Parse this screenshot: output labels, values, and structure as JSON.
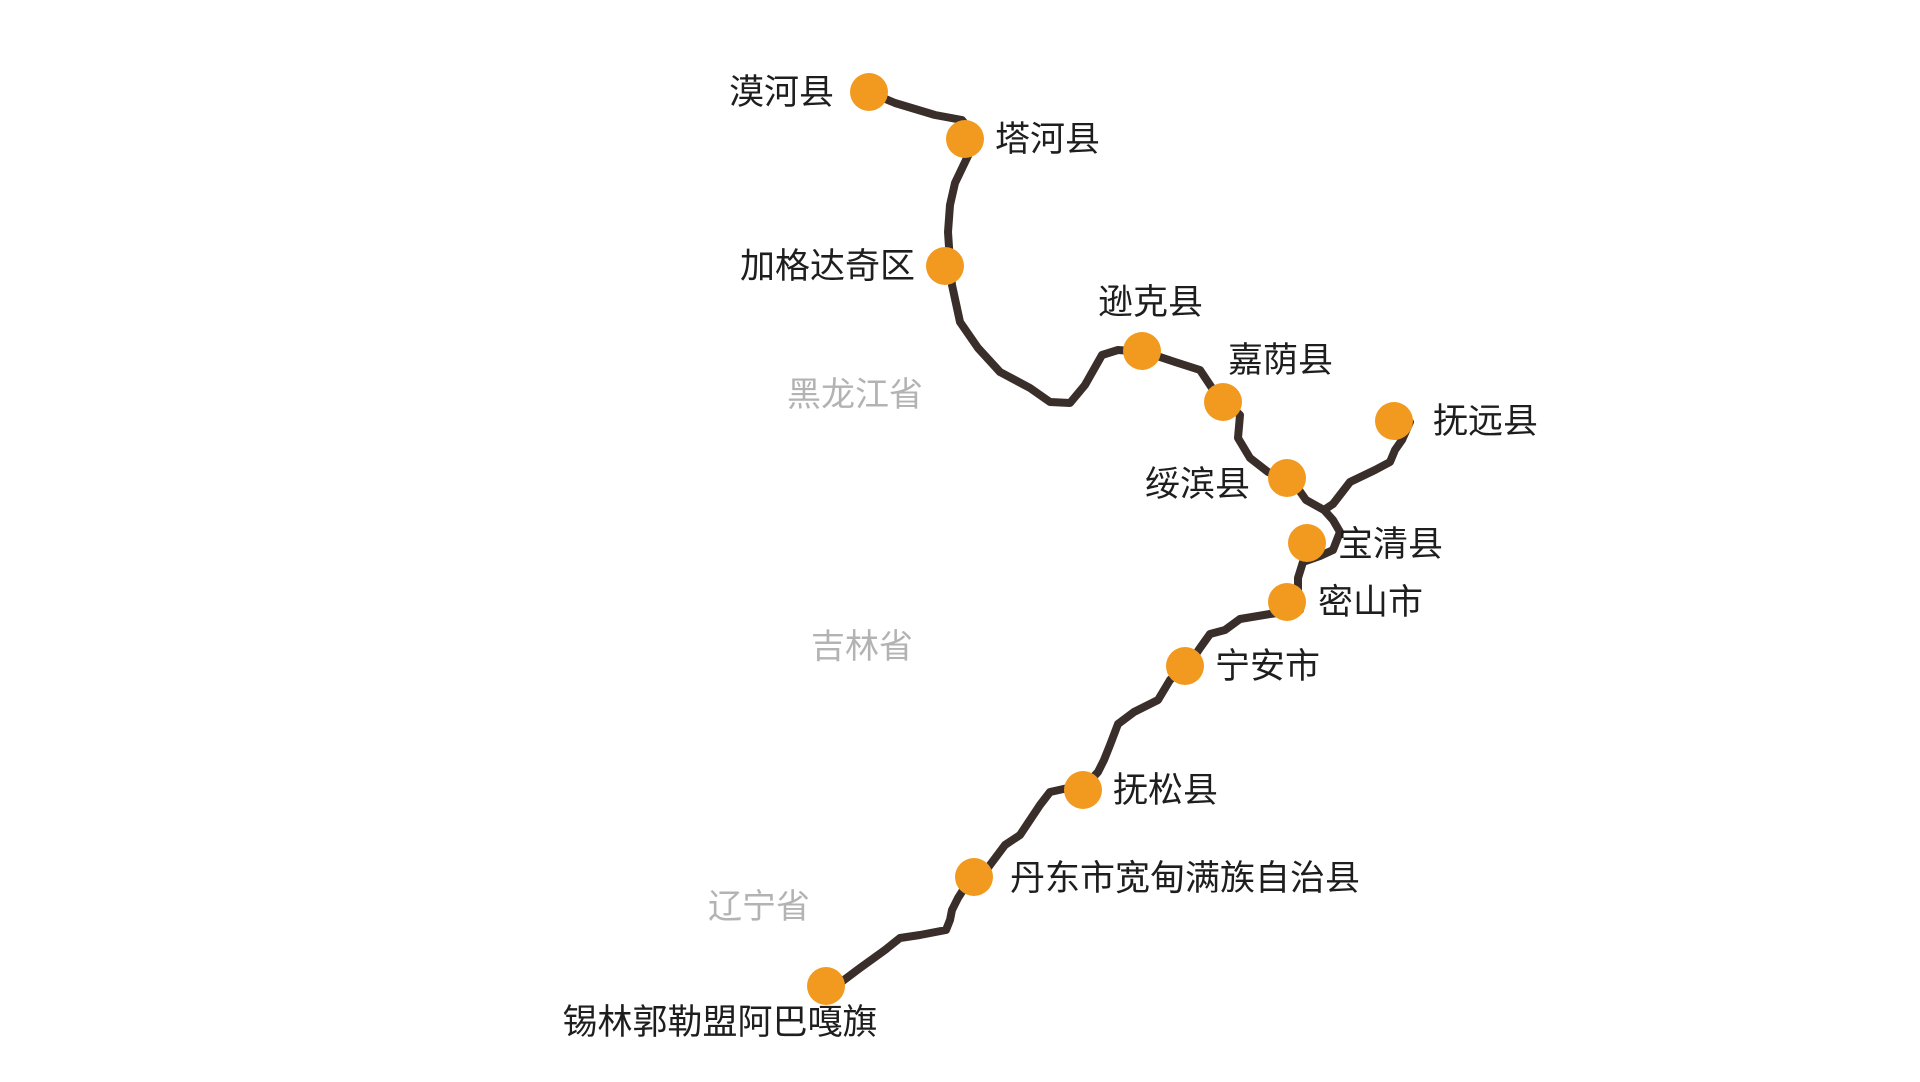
{
  "colors": {
    "route": "#3a2e2a",
    "marker": "#f29a1f",
    "label": "#1e1e1e",
    "province": "#b3b3b3",
    "background": "#ffffff"
  },
  "provinces": [
    {
      "name": "黑龙江省"
    },
    {
      "name": "吉林省"
    },
    {
      "name": "辽宁省"
    }
  ],
  "stops": [
    {
      "name": "漠河县"
    },
    {
      "name": "塔河县"
    },
    {
      "name": "加格达奇区"
    },
    {
      "name": "逊克县"
    },
    {
      "name": "嘉荫县"
    },
    {
      "name": "抚远县"
    },
    {
      "name": "绥滨县"
    },
    {
      "name": "宝清县"
    },
    {
      "name": "密山市"
    },
    {
      "name": "宁安市"
    },
    {
      "name": "抚松县"
    },
    {
      "name": "丹东市宽甸满族自治县"
    },
    {
      "name": "锡林郭勒盟阿巴嘎旗"
    }
  ]
}
